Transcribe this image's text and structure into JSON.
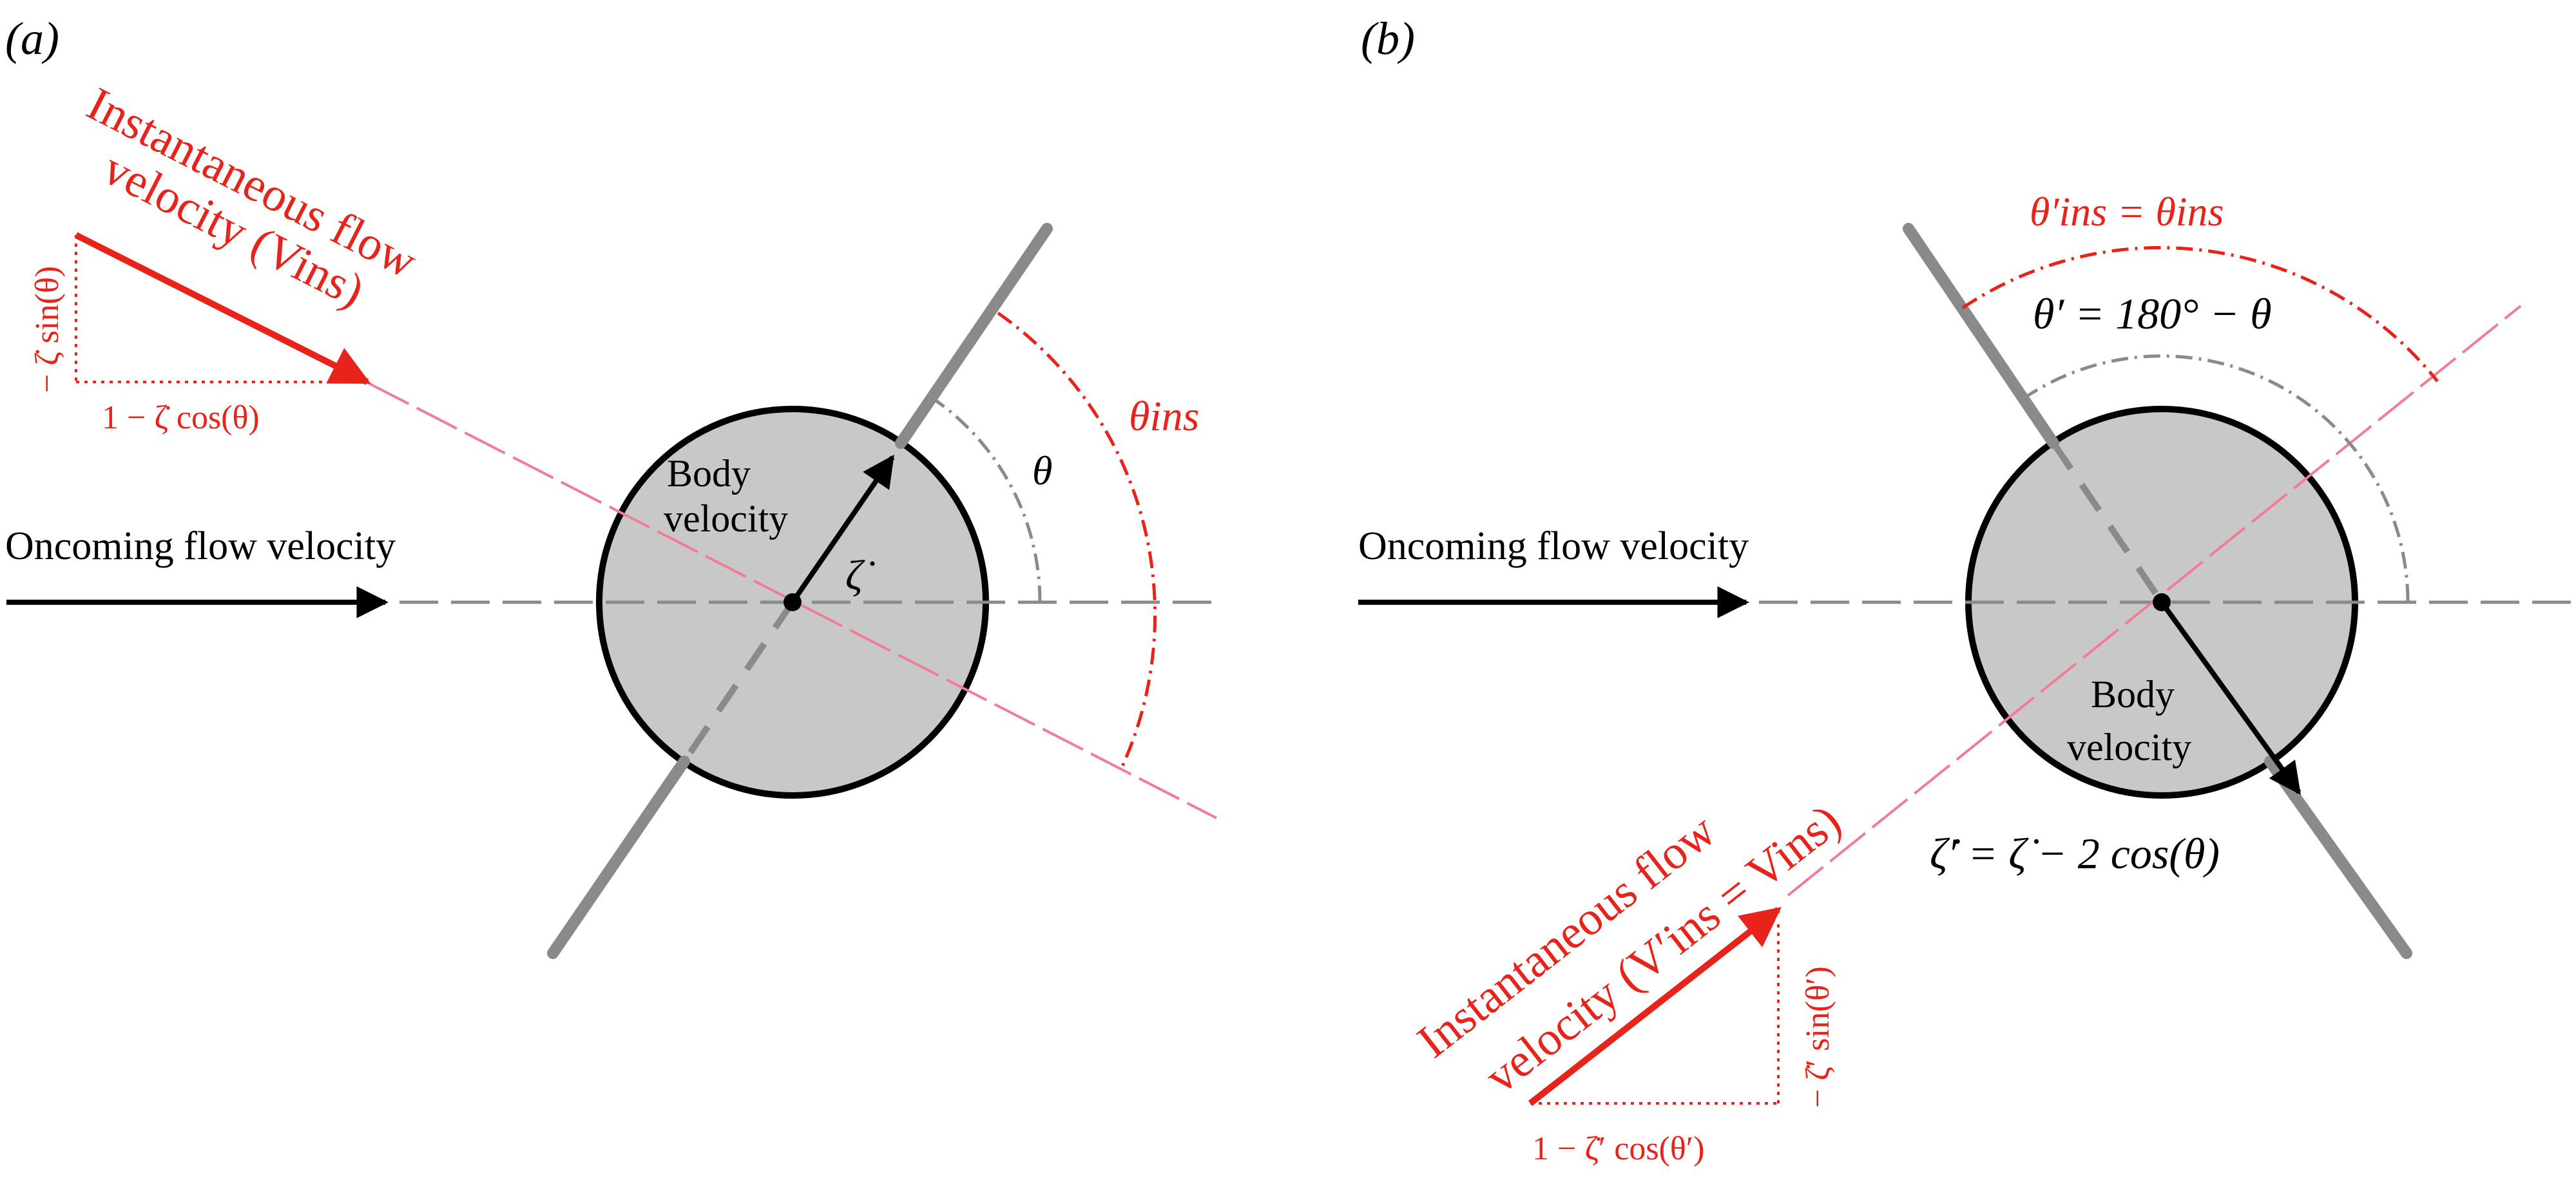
{
  "panels": {
    "a": {
      "tag": "(a)",
      "oncoming_label": "Oncoming flow velocity",
      "body_velocity_line1": "Body",
      "body_velocity_line2": "velocity",
      "zeta_dot": "ζ̇",
      "theta": "θ",
      "theta_ins": "θins",
      "flow_line1": "Instantaneous flow",
      "flow_line2": "velocity (Vins)",
      "vertical_component": "− ζ̇ sin(θ)",
      "horizontal_component": "1 − ζ̇ cos(θ)"
    },
    "b": {
      "tag": "(b)",
      "oncoming_label": "Oncoming flow velocity",
      "body_velocity_line1": "Body",
      "body_velocity_line2": "velocity",
      "zeta_relation": "ζ̇′ = ζ̇ − 2 cos(θ)",
      "theta_relation": "θ′ = 180° − θ",
      "theta_ins_relation": "θ′ins = θins",
      "flow_line1": "Instantaneous flow",
      "flow_line2": "velocity (V′ins = Vins)",
      "vertical_component": "− ζ̇′ sin(θ′)",
      "horizontal_component": "1 − ζ̇′ cos(θ′)"
    }
  },
  "colors": {
    "accent_red": "#e8231b",
    "pink_line": "#f27c94",
    "body_fill": "#c8c8c8",
    "plate_gray": "#8a8a8a",
    "arc_gray": "#8a8a8a"
  },
  "icons": {
    "arrowhead": "triangle-arrowhead",
    "center_dot": "filled-circle"
  }
}
